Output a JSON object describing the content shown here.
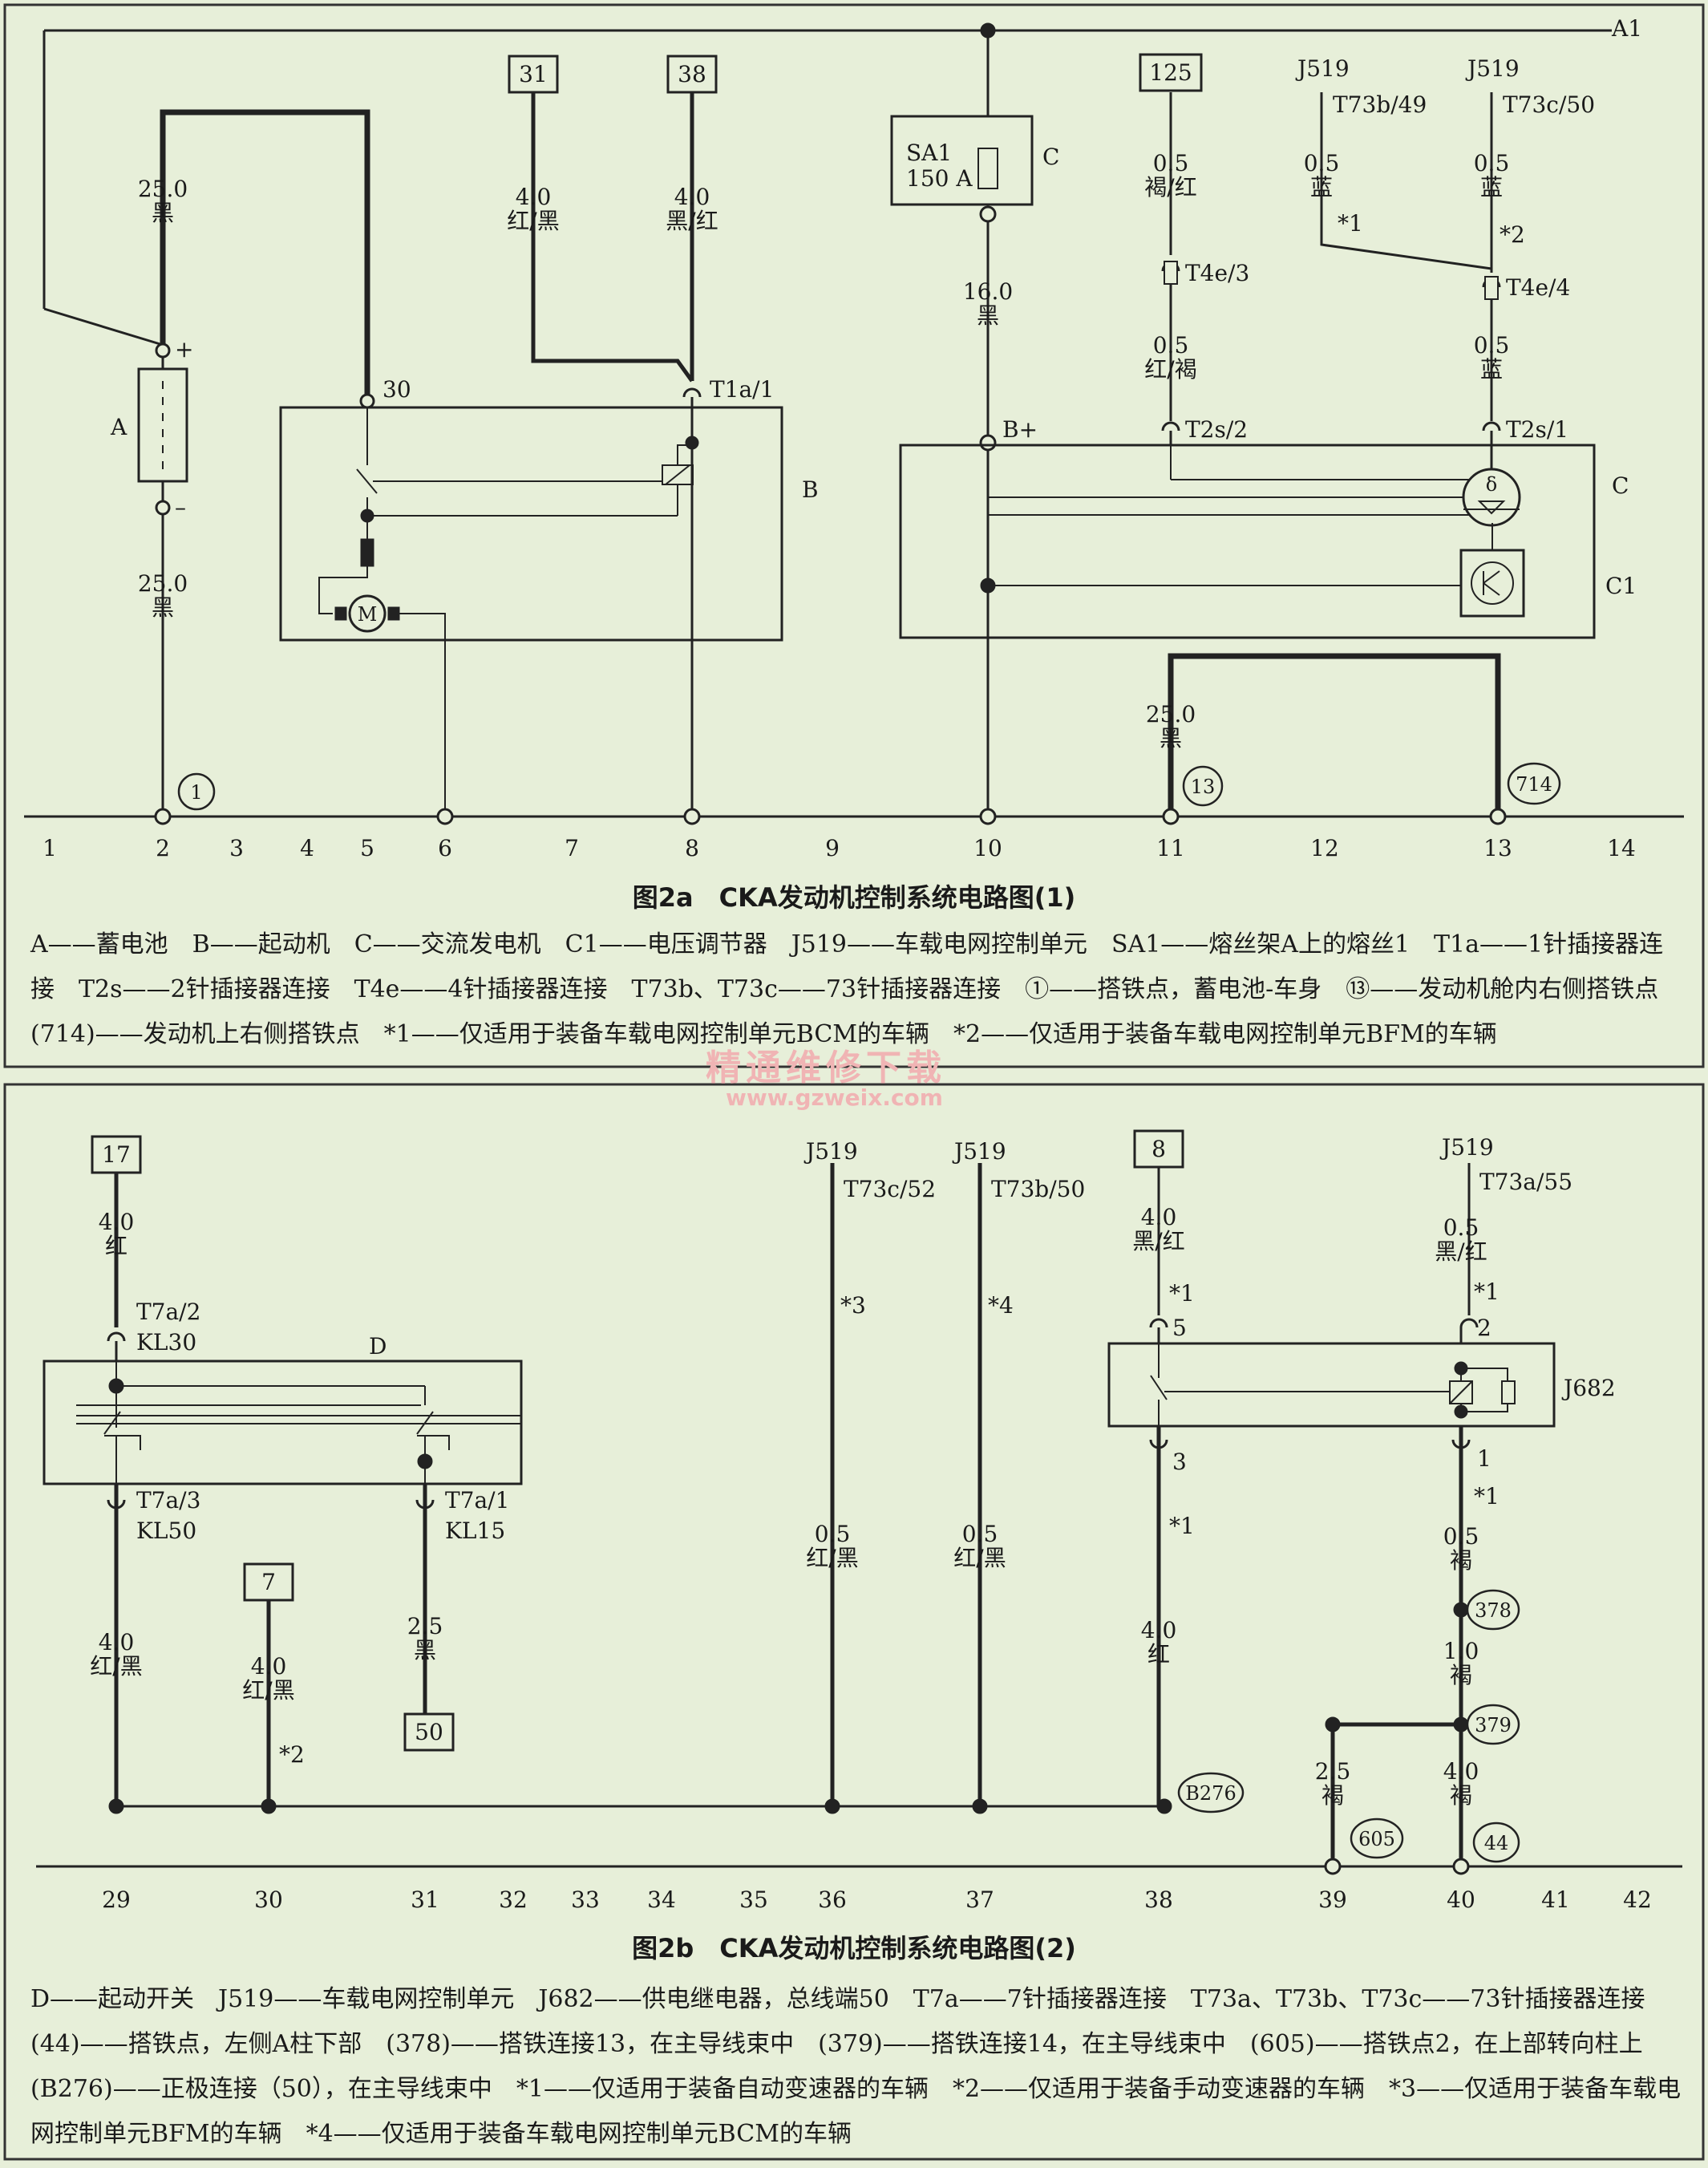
{
  "figA": {
    "title": "图2a　CKA发动机控制系统电路图(1)",
    "legend": "A——蓄电池　B——起动机　C——交流发电机　C1——电压调节器　J519——车载电网控制单元　SA1——熔丝架A上的熔丝1　T1a——1针插接器连接　T2s——2针插接器连接　T4e——4针插接器连接　T73b、T73c——73针插接器连接　①——搭铁点，蓄电池-车身　⑬——发动机舱内右侧搭铁点　(714)——发动机上右侧搭铁点　*1——仅适用于装备车载电网控制单元BCM的车辆　*2——仅适用于装备车载电网控制单元BFM的车辆",
    "columns": [
      "1",
      "2",
      "3",
      "4",
      "5",
      "6",
      "7",
      "8",
      "9",
      "10",
      "11",
      "12",
      "13",
      "14"
    ],
    "texts": {
      "a1": "A1",
      "box31": "31",
      "box38": "38",
      "box125": "125",
      "w25a_g": "25.0",
      "w25a_c": "黑",
      "w25b_g": "25.0",
      "w25b_c": "黑",
      "w4a_g": "4.0",
      "w4a_c": "红/黑",
      "w4b_g": "4.0",
      "w4b_c": "黑/红",
      "w16_g": "16.0",
      "w16_c": "黑",
      "w05a_g": "0.5",
      "w05a_c": "褐/红",
      "w05b_g": "0.5",
      "w05b_c": "红/褐",
      "w05c_g": "0.5",
      "w05c_c": "蓝",
      "w05d_g": "0.5",
      "w05d_c": "蓝",
      "w05e_g": "0.5",
      "w05e_c": "蓝",
      "w25c_g": "25.0",
      "w25c_c": "黑",
      "sa1": "SA1",
      "sa1b": "150 A",
      "lbl_A": "A",
      "lbl_B": "B",
      "lbl_C": "C",
      "lbl_C2": "C",
      "lbl_C1": "C1",
      "plus": "+",
      "minus": "–",
      "t30": "30",
      "t1a": "T1a/1",
      "bplus": "B+",
      "t4e3": "T4e/3",
      "t4e4": "T4e/4",
      "t2s2": "T2s/2",
      "t2s1": "T2s/1",
      "j519a": "J519",
      "t73b49": "T73b/49",
      "j519b": "J519",
      "t73c50": "T73c/50",
      "star1": "*1",
      "star2": "*2",
      "g1": "1",
      "g13": "13",
      "g714": "714",
      "m": "M",
      "delta": "δ"
    }
  },
  "figB": {
    "title": "图2b　CKA发动机控制系统电路图(2)",
    "legend": "D——起动开关　J519——车载电网控制单元　J682——供电继电器，总线端50　T7a——7针插接器连接　T73a、T73b、T73c——73针插接器连接　(44)——搭铁点，左侧A柱下部　(378)——搭铁连接13，在主导线束中　(379)——搭铁连接14，在主导线束中　(605)——搭铁点2，在上部转向柱上　(B276)——正极连接（50），在主导线束中　*1——仅适用于装备自动变速器的车辆　*2——仅适用于装备手动变速器的车辆　*3——仅适用于装备车载电网控制单元BFM的车辆　*4——仅适用于装备车载电网控制单元BCM的车辆",
    "columns": [
      "29",
      "30",
      "31",
      "32",
      "33",
      "34",
      "35",
      "36",
      "37",
      "38",
      "39",
      "40",
      "41",
      "42"
    ],
    "texts": {
      "box17": "17",
      "box7": "7",
      "box50": "50",
      "box8": "8",
      "w40a_g": "4.0",
      "w40a_c": "红",
      "t7a2": "T7a/2",
      "kl30": "KL30",
      "lbl_D": "D",
      "t7a3": "T7a/3",
      "kl50": "KL50",
      "t7a1": "T7a/1",
      "kl15": "KL15",
      "w40b_g": "4.0",
      "w40b_c": "红/黑",
      "w40c_g": "4.0",
      "w40c_c": "红/黑",
      "w25d_g": "2.5",
      "w25d_c": "黑",
      "star2": "*2",
      "j519c": "J519",
      "t73c52": "T73c/52",
      "star3": "*3",
      "j519d": "J519",
      "t73b50": "T73b/50",
      "star4": "*4",
      "w05f_g": "0.5",
      "w05f_c": "红/黑",
      "w05g_g": "0.5",
      "w05g_c": "红/黑",
      "w40d_g": "4.0",
      "w40d_c": "黑/红",
      "s1a": "*1",
      "p5": "5",
      "p3": "3",
      "s1b": "*1",
      "w40e_g": "4.0",
      "w40e_c": "红",
      "b276": "B276",
      "j519e": "J519",
      "t73a55": "T73a/55",
      "w05h_g": "0.5",
      "w05h_c": "黑/红",
      "s1c": "*1",
      "p2": "2",
      "j682": "J682",
      "p1": "1",
      "s1d": "*1",
      "w05i_g": "0.5",
      "w05i_c": "褐",
      "g378": "378",
      "w10_g": "1.0",
      "w10_c": "褐",
      "g379": "379",
      "w25e_g": "2.5",
      "w25e_c": "褐",
      "w40f_g": "4.0",
      "w40f_c": "褐",
      "g605": "605",
      "g44": "44"
    }
  },
  "watermark": {
    "cn": "精通维修下载",
    "url": "www.gzweix.com"
  }
}
